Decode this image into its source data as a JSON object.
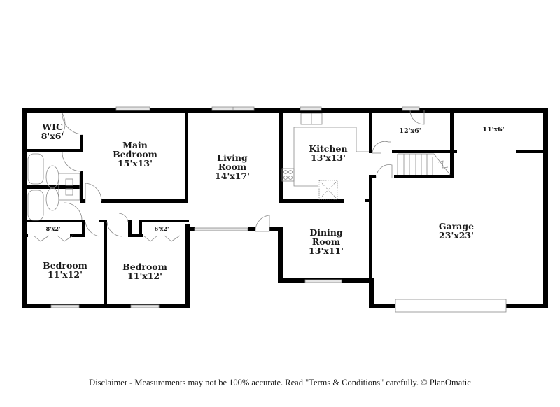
{
  "floor_plan": {
    "rooms": [
      {
        "id": "wic",
        "name": "WIC",
        "size": "8'x6'"
      },
      {
        "id": "main-bedroom",
        "name_line1": "Main",
        "name_line2": "Bedroom",
        "size": "15'x13'"
      },
      {
        "id": "living-room",
        "name_line1": "Living",
        "name_line2": "Room",
        "size": "14'x17'"
      },
      {
        "id": "kitchen",
        "name": "Kitchen",
        "size": "13'x13'"
      },
      {
        "id": "storage-12x6",
        "size": "12'x6'"
      },
      {
        "id": "storage-11x6",
        "size": "11'x6'"
      },
      {
        "id": "closet-8x2",
        "size": "8'x2'"
      },
      {
        "id": "closet-6x2",
        "size": "6'x2'"
      },
      {
        "id": "bedroom-1",
        "name": "Bedroom",
        "size": "11'x12'"
      },
      {
        "id": "bedroom-2",
        "name": "Bedroom",
        "size": "11'x12'"
      },
      {
        "id": "dining-room",
        "name_line1": "Dining",
        "name_line2": "Room",
        "size": "13'x11'"
      },
      {
        "id": "garage",
        "name": "Garage",
        "size": "23'x23'"
      }
    ]
  },
  "footer": {
    "disclaimer": "Disclaimer - Measurements may not be 100% accurate. Read \"Terms & Conditions\" carefully. © PlanOmatic"
  }
}
